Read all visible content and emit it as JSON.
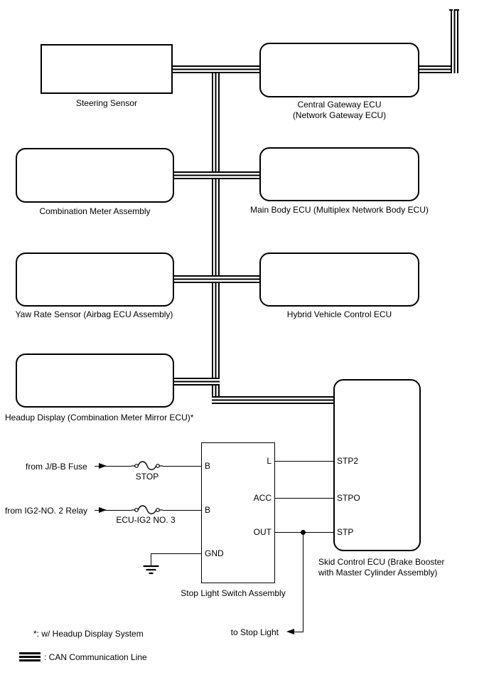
{
  "nodes": {
    "steering": {
      "label": "Steering Sensor"
    },
    "central_gateway": {
      "line1": "Central Gateway ECU",
      "line2": "(Network Gateway ECU)"
    },
    "combination_meter": {
      "label": "Combination Meter Assembly"
    },
    "main_body": {
      "label": "Main Body ECU (Multiplex Network Body ECU)"
    },
    "yaw_rate": {
      "label": "Yaw Rate Sensor (Airbag ECU Assembly)"
    },
    "hybrid": {
      "label": "Hybrid Vehicle Control ECU"
    },
    "headup": {
      "label": "Headup Display (Combination Meter Mirror ECU)*"
    },
    "stop_light_switch": {
      "label": "Stop Light Switch Assembly",
      "pin_b1": "B",
      "pin_b2": "B",
      "pin_gnd": "GND",
      "pin_l": "L",
      "pin_acc": "ACC",
      "pin_out": "OUT"
    },
    "skid_control": {
      "line1": "Skid Control ECU (Brake Booster",
      "line2": "with Master Cylinder Assembly)",
      "pin_stp2": "STP2",
      "pin_stpo": "STPO",
      "pin_stp": "STP"
    }
  },
  "external": {
    "jbb_fuse": {
      "label": "from J/B-B Fuse",
      "fuse": "STOP"
    },
    "ig2_relay": {
      "label": "from IG2-NO. 2 Relay",
      "fuse": "ECU-IG2 NO. 3"
    },
    "stop_light": {
      "label": "to Stop Light"
    }
  },
  "legend": {
    "footnote": "*: w/ Headup Display System",
    "can_line": ": CAN Communication Line"
  },
  "colors": {
    "line": "#000000",
    "background": "#ffffff"
  }
}
